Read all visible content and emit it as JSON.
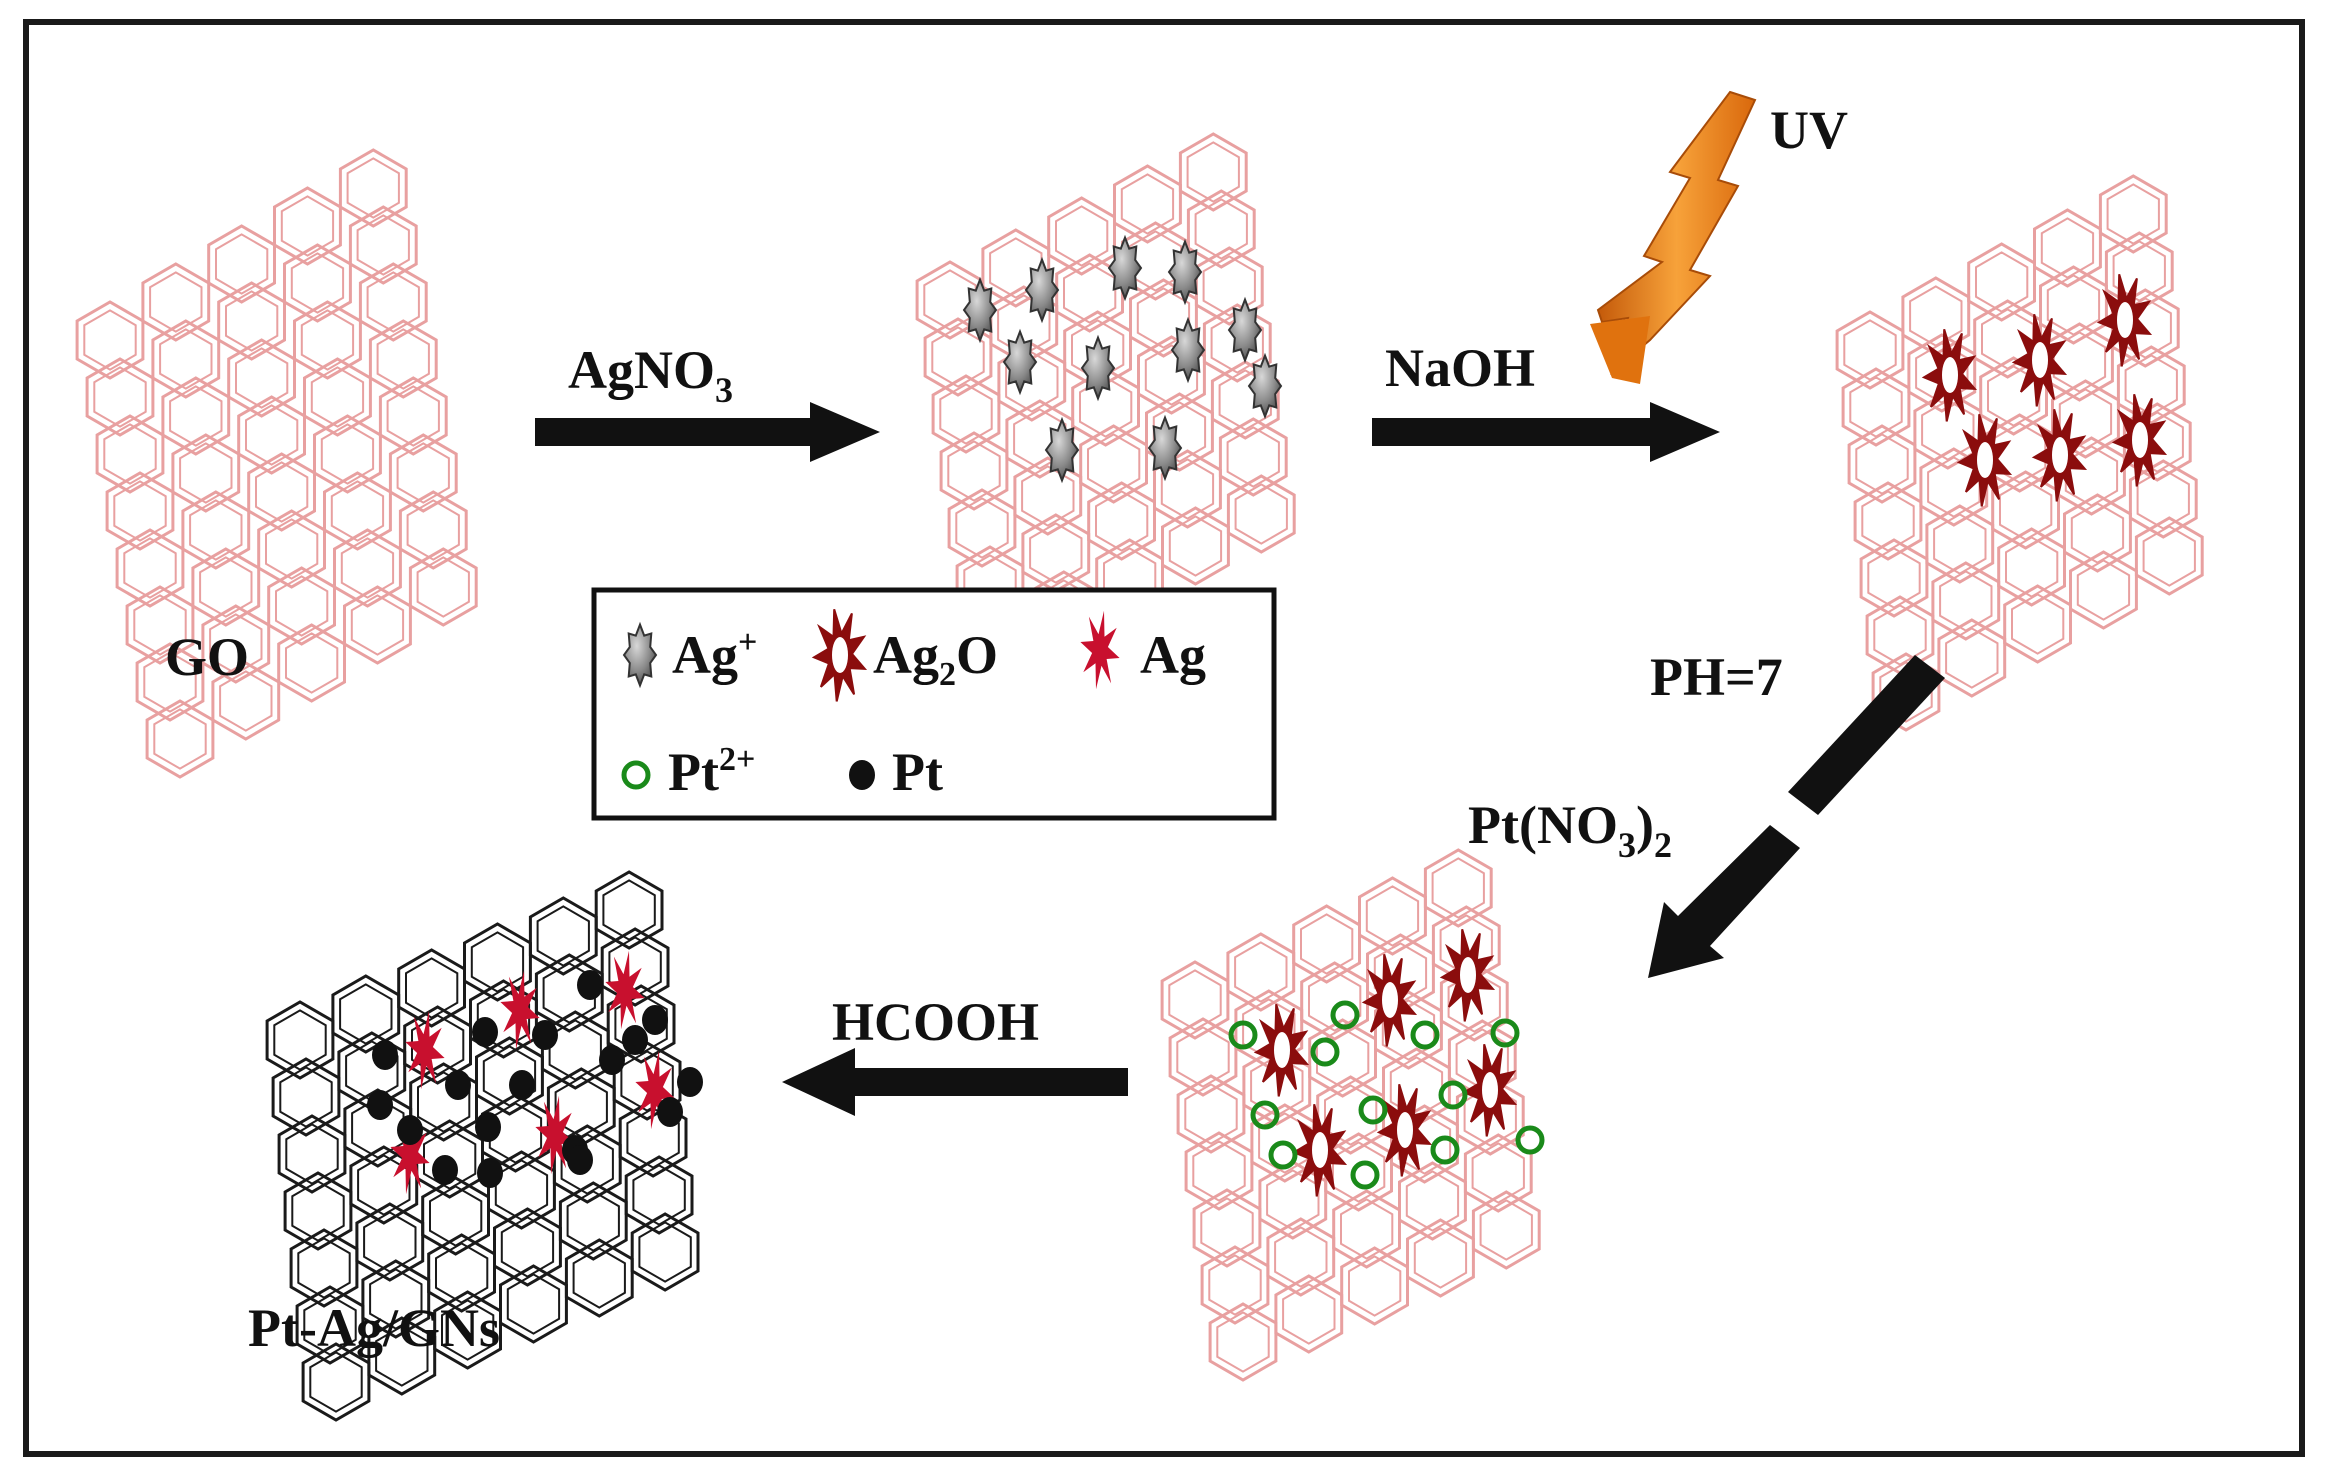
{
  "labels": {
    "go": "GO",
    "agno3_main": "AgNO",
    "agno3_sub": "3",
    "naoh": "NaOH",
    "uv": "UV",
    "ph": "PH=7",
    "ptno3_pre": "Pt(NO",
    "ptno3_sub1": "3",
    "ptno3_mid": ")",
    "ptno3_sub2": "2",
    "hcooh": "HCOOH",
    "product": "Pt-Ag/GNs"
  },
  "legend": {
    "ag_ion_main": "Ag",
    "ag_ion_sup": "+",
    "ag2o_main": "Ag",
    "ag2o_sub": "2",
    "ag2o_end": "O",
    "ag": "Ag",
    "pt_ion_main": "Pt",
    "pt_ion_sup": "2+",
    "pt": "Pt"
  },
  "colors": {
    "sheet_pink": "#e8a0a0",
    "sheet_black": "#1a1a1a",
    "ag_ion_gray": "#888888",
    "ag2o_darkred": "#8b0d0d",
    "ag_red": "#c8102e",
    "pt_ion_green": "#1a8a1a",
    "pt_black": "#111111",
    "uv_orange": "#f28c1e"
  }
}
